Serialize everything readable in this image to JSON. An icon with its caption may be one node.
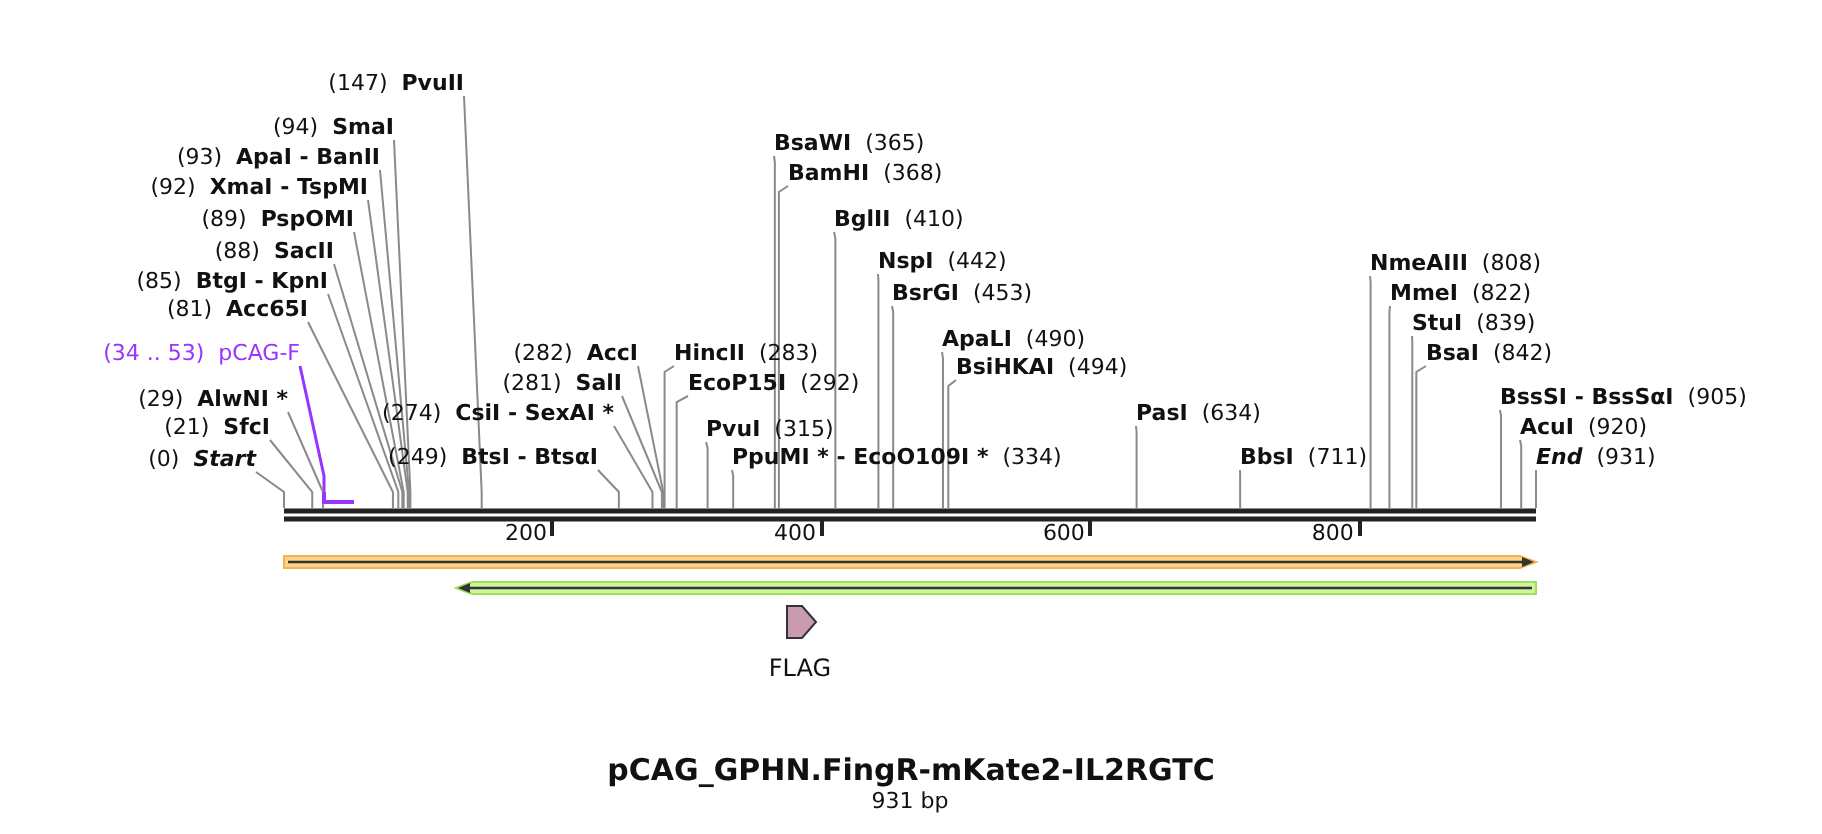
{
  "diagram": {
    "title": "pCAG_GPHN.FingR-mKate2-IL2RGTC",
    "caption": "931 bp",
    "nodes": [
      {
        "text": [
          "(147)",
          "PvuII"
        ]
      },
      {
        "text": [
          "(94)",
          "SmaI"
        ]
      },
      {
        "text": [
          "(93)",
          "ApaI  - BanII"
        ]
      },
      {
        "text": [
          "(92)",
          "XmaI  - TspMI"
        ]
      },
      {
        "text": [
          "(89)",
          "PspOMI"
        ]
      },
      {
        "text": [
          "(88)",
          "SacII"
        ]
      },
      {
        "text": [
          "(85)",
          "BtgI  - KpnI"
        ]
      },
      {
        "text": [
          "(81)",
          "Acc65I"
        ]
      },
      {
        "text": [
          "(34 .. 53)",
          "pCAG-F"
        ]
      },
      {
        "text": [
          "(29)",
          "AlwNI *"
        ]
      },
      {
        "text": [
          "(21)",
          "SfcI"
        ]
      },
      {
        "text": [
          "(0)",
          "Start"
        ]
      },
      {
        "text": [
          "(274)",
          "CsiI  - SexAI *"
        ]
      },
      {
        "text": [
          "(249)",
          "BtsI  - BtsαI"
        ]
      },
      {
        "text": [
          "(282)",
          "AccI"
        ]
      },
      {
        "text": [
          "(281)",
          "SalI"
        ]
      },
      {
        "text": [
          "HincII",
          "(283)"
        ]
      },
      {
        "text": [
          "EcoP15I",
          "(292)"
        ]
      },
      {
        "text": [
          "PvuI",
          "(315)"
        ]
      },
      {
        "text": [
          "PpuMI *  - EcoO109I *",
          "(334)"
        ]
      },
      {
        "text": [
          "BsaWI",
          "(365)"
        ]
      },
      {
        "text": [
          "BamHI",
          "(368)"
        ]
      },
      {
        "text": [
          "BglII",
          "(410)"
        ]
      },
      {
        "text": [
          "NspI",
          "(442)"
        ]
      },
      {
        "text": [
          "BsrGI",
          "(453)"
        ]
      },
      {
        "text": [
          "ApaLI",
          "(490)"
        ]
      },
      {
        "text": [
          "BsiHKAI",
          "(494)"
        ]
      },
      {
        "text": [
          "PasI",
          "(634)"
        ]
      },
      {
        "text": [
          "BbsI",
          "(711)"
        ]
      },
      {
        "text": [
          "NmeAIII",
          "(808)"
        ]
      },
      {
        "text": [
          "MmeI",
          "(822)"
        ]
      },
      {
        "text": [
          "StuI",
          "(839)"
        ]
      },
      {
        "text": [
          "BsaI",
          "(842)"
        ]
      },
      {
        "text": [
          "BssSI  - BssSαI",
          "(905)"
        ]
      },
      {
        "text": [
          "AcuI",
          "(920)"
        ]
      },
      {
        "text": [
          "End",
          "(931)"
        ]
      },
      {
        "text": [],
        "shape": "bar"
      },
      {
        "text": [],
        "shape": "bar"
      },
      {
        "text": [],
        "shape": "arrow"
      },
      {
        "text": [],
        "shape": "arrow"
      },
      {
        "text": [
          "FLAG"
        ]
      }
    ],
    "edges": [
      {
        "from": 0,
        "to": 36,
        "arrow": "none"
      },
      {
        "from": 1,
        "to": 36,
        "arrow": "none"
      },
      {
        "from": 2,
        "to": 36,
        "arrow": "none"
      },
      {
        "from": 3,
        "to": 36,
        "arrow": "none"
      },
      {
        "from": 4,
        "to": 36,
        "arrow": "none"
      },
      {
        "from": 5,
        "to": 36,
        "arrow": "none"
      },
      {
        "from": 6,
        "to": 36,
        "arrow": "none"
      },
      {
        "from": 7,
        "to": 36,
        "arrow": "none"
      },
      {
        "from": 8,
        "to": 37,
        "arrow": "none",
        "color": "#9933ff"
      },
      {
        "from": 9,
        "to": 36,
        "arrow": "none"
      },
      {
        "from": 10,
        "to": 36,
        "arrow": "none"
      },
      {
        "from": 11,
        "to": 36,
        "arrow": "none"
      },
      {
        "from": 12,
        "to": 36,
        "arrow": "none"
      },
      {
        "from": 13,
        "to": 36,
        "arrow": "none"
      },
      {
        "from": 14,
        "to": 36,
        "arrow": "none"
      },
      {
        "from": 15,
        "to": 36,
        "arrow": "none"
      },
      {
        "from": 16,
        "to": 36,
        "arrow": "none"
      },
      {
        "from": 17,
        "to": 36,
        "arrow": "none"
      },
      {
        "from": 18,
        "to": 36,
        "arrow": "none"
      },
      {
        "from": 19,
        "to": 36,
        "arrow": "none"
      },
      {
        "from": 20,
        "to": 36,
        "arrow": "none"
      },
      {
        "from": 21,
        "to": 36,
        "arrow": "none"
      },
      {
        "from": 22,
        "to": 36,
        "arrow": "none"
      },
      {
        "from": 23,
        "to": 36,
        "arrow": "none"
      },
      {
        "from": 24,
        "to": 36,
        "arrow": "none"
      },
      {
        "from": 25,
        "to": 36,
        "arrow": "none"
      },
      {
        "from": 26,
        "to": 36,
        "arrow": "none"
      },
      {
        "from": 27,
        "to": 36,
        "arrow": "none"
      },
      {
        "from": 28,
        "to": 36,
        "arrow": "none"
      },
      {
        "from": 29,
        "to": 36,
        "arrow": "none"
      },
      {
        "from": 30,
        "to": 36,
        "arrow": "none"
      },
      {
        "from": 31,
        "to": 36,
        "arrow": "none"
      },
      {
        "from": 32,
        "to": 36,
        "arrow": "none"
      },
      {
        "from": 33,
        "to": 36,
        "arrow": "none"
      },
      {
        "from": 34,
        "to": 36,
        "arrow": "none"
      },
      {
        "from": 35,
        "to": 36,
        "arrow": "none"
      }
    ],
    "labels": [
      "200",
      "400",
      "600",
      "800"
    ]
  }
}
